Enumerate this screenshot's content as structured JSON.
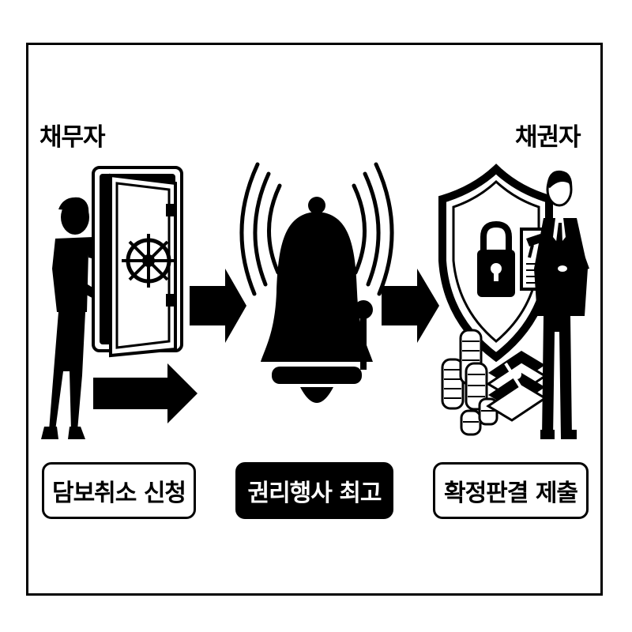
{
  "labels": {
    "debtor": "채무자",
    "creditor": "채권자"
  },
  "steps": [
    {
      "caption": "담보취소 신청",
      "icon": "safe-icon"
    },
    {
      "caption": "권리행사 최고",
      "icon": "bell-icon"
    },
    {
      "caption": "확정판결 제출",
      "icon": "shield-lock-icon"
    }
  ],
  "colors": {
    "ink": "#000000",
    "paper": "#ffffff"
  }
}
